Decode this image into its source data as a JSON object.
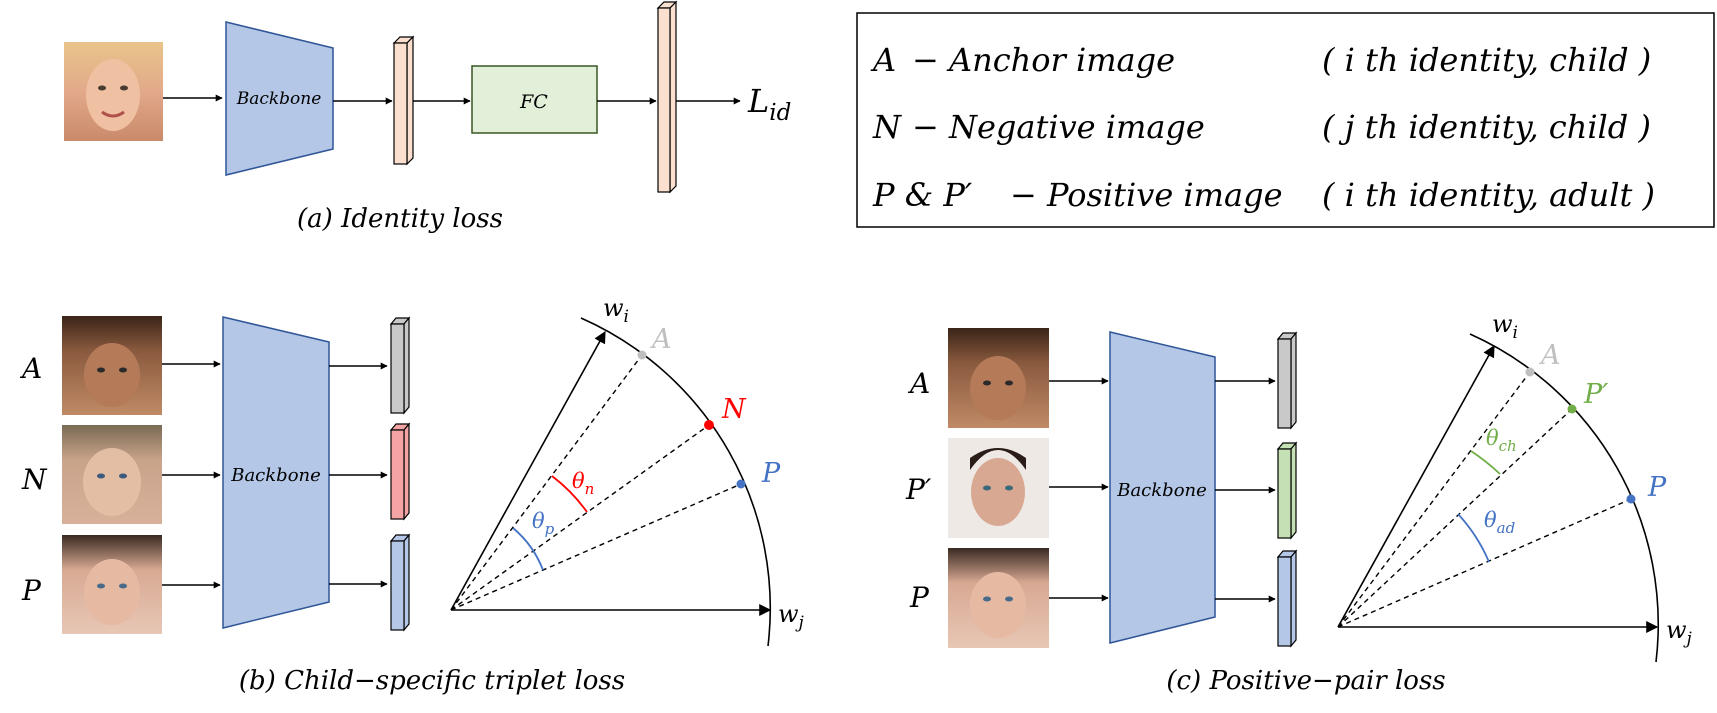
{
  "panel_a": {
    "backbone": "Backbone",
    "fc": "FC",
    "loss": "L",
    "loss_sub": "id",
    "caption": "(a) Identity loss"
  },
  "legend": {
    "rows": [
      {
        "sym": "A",
        "desc": "− Anchor image",
        "tag": "( i th identity,  child )"
      },
      {
        "sym": "N",
        "desc": "− Negative image",
        "tag": "( j th identity,  child )"
      },
      {
        "sym": "P & P′",
        "desc": "− Positive image",
        "tag": "( i th identity,  adult )"
      }
    ]
  },
  "panel_b": {
    "row_labels": [
      "A",
      "N",
      "P"
    ],
    "backbone": "Backbone",
    "wi": "w",
    "wi_sub": "i",
    "wj": "w",
    "wj_sub": "j",
    "pt_a": "A",
    "pt_n": "N",
    "pt_p": "P",
    "theta_n": "θ",
    "theta_n_sub": "n",
    "theta_p": "θ",
    "theta_p_sub": "p",
    "caption": "(b) Child−specific triplet loss"
  },
  "panel_c": {
    "row_labels": [
      "A",
      "P′",
      "P"
    ],
    "backbone": "Backbone",
    "wi": "w",
    "wi_sub": "i",
    "wj": "w",
    "wj_sub": "j",
    "pt_a": "A",
    "pt_pp": "P′",
    "pt_p": "P",
    "theta_ch": "θ",
    "theta_ch_sub": "ch",
    "theta_ad": "θ",
    "theta_ad_sub": "ad",
    "caption": "(c) Positive−pair loss"
  },
  "colors": {
    "backbone_fill": "#b4c7e7",
    "backbone_stroke": "#2f5597",
    "fc_fill": "#e2efd9",
    "fc_stroke": "#385723",
    "feat_peach": "#fbe0cf",
    "feat_gray": "#c9c9c9",
    "feat_red": "#f4a4a4",
    "feat_green": "#c5e0b4",
    "feat_blue": "#b4c7e7",
    "red": "#ff0000",
    "blue": "#4472c4",
    "green": "#70ad47",
    "gray": "#bfbfbf"
  }
}
